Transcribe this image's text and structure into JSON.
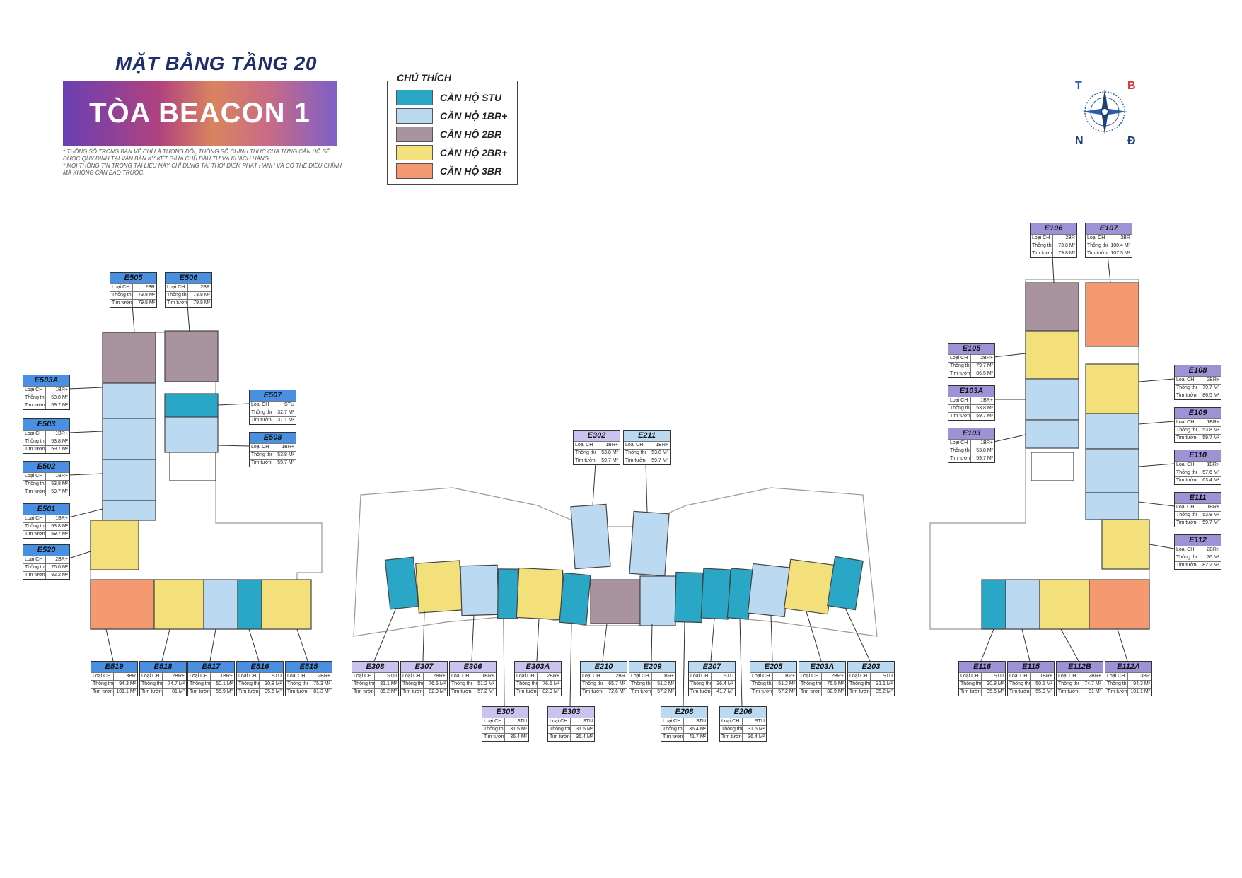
{
  "header": {
    "title": "MẶT BẰNG TẦNG 20",
    "building": "TÒA BEACON 1",
    "notes": [
      "* THÔNG SỐ TRONG BẢN VẼ CHỈ LÀ TƯƠNG ĐỐI, THÔNG SỐ CHÍNH THỨC CỦA TỪNG CĂN HỘ SẼ ĐƯỢC QUY ĐỊNH TẠI VĂN BẢN KÝ KẾT GIỮA CHỦ ĐẦU TƯ VÀ KHÁCH HÀNG.",
      "* MỌI THÔNG TIN TRONG TÀI LIỆU NÀY CHỈ ĐÚNG TẠI THỜI ĐIỂM PHÁT HÀNH VÀ CÓ THỂ ĐIỀU CHỈNH MÀ KHÔNG CẦN BÁO TRƯỚC."
    ]
  },
  "legend": {
    "title": "CHÚ THÍCH",
    "items": [
      {
        "label": "CĂN HỘ STU",
        "type": "STU",
        "color": "#2aa7c6"
      },
      {
        "label": "CĂN HỘ 1BR+",
        "type": "1BR+",
        "color": "#bcd9f2"
      },
      {
        "label": "CĂN HỘ 2BR",
        "type": "2BR",
        "color": "#a8939f"
      },
      {
        "label": "CĂN HỘ 2BR+",
        "type": "2BR+",
        "color": "#f3e07a"
      },
      {
        "label": "CĂN HỘ 3BR",
        "type": "3BR",
        "color": "#f59a70"
      }
    ]
  },
  "compass": {
    "t": "T",
    "b": "B",
    "n": "N",
    "d": "Đ"
  },
  "field_labels": {
    "type": "Loại CH",
    "net": "Thông thủy",
    "gross": "Tim tường"
  },
  "units": [
    {
      "code": "E505",
      "type": "2BR",
      "net": "73.8 M²",
      "gross": "79.8 M²",
      "header_color": "#4a90e2"
    },
    {
      "code": "E506",
      "type": "2BR",
      "net": "73.8 M²",
      "gross": "79.8 M²",
      "header_color": "#4a90e2"
    },
    {
      "code": "E503A",
      "type": "1BR+",
      "net": "53.8 M²",
      "gross": "59.7 M²",
      "header_color": "#4a90e2"
    },
    {
      "code": "E503",
      "type": "1BR+",
      "net": "53.8 M²",
      "gross": "59.7 M²",
      "header_color": "#4a90e2"
    },
    {
      "code": "E502",
      "type": "1BR+",
      "net": "53.8 M²",
      "gross": "59.7 M²",
      "header_color": "#4a90e2"
    },
    {
      "code": "E501",
      "type": "1BR+",
      "net": "53.8 M²",
      "gross": "59.7 M²",
      "header_color": "#4a90e2"
    },
    {
      "code": "E520",
      "type": "2BR+",
      "net": "76.0 M²",
      "gross": "82.2 M²",
      "header_color": "#4a90e2"
    },
    {
      "code": "E507",
      "type": "STU",
      "net": "32.7 M²",
      "gross": "37.1 M²",
      "header_color": "#4a90e2"
    },
    {
      "code": "E508",
      "type": "1BR+",
      "net": "53.8 M²",
      "gross": "59.7 M²",
      "header_color": "#4a90e2"
    },
    {
      "code": "E519",
      "type": "3BR",
      "net": "94.3 M²",
      "gross": "101.1 M²",
      "header_color": "#4a90e2"
    },
    {
      "code": "E518",
      "type": "2BR+",
      "net": "74.7 M²",
      "gross": "81 M²",
      "header_color": "#4a90e2"
    },
    {
      "code": "E517",
      "type": "1BR+",
      "net": "50.1 M²",
      "gross": "55.9 M²",
      "header_color": "#4a90e2"
    },
    {
      "code": "E516",
      "type": "STU",
      "net": "30.8 M²",
      "gross": "35.6 M²",
      "header_color": "#4a90e2"
    },
    {
      "code": "E515",
      "type": "2BR+",
      "net": "75.3 M²",
      "gross": "81.3 M²",
      "header_color": "#4a90e2"
    },
    {
      "code": "E302",
      "type": "1BR+",
      "net": "53.8 M²",
      "gross": "59.7 M²",
      "header_color": "#c9c3f0"
    },
    {
      "code": "E211",
      "type": "1BR+",
      "net": "53.8 M²",
      "gross": "59.7 M²",
      "header_color": "#bcd9f2"
    },
    {
      "code": "E308",
      "type": "STU",
      "net": "31.1 M²",
      "gross": "35.2 M²",
      "header_color": "#c9c3f0"
    },
    {
      "code": "E307",
      "type": "2BR+",
      "net": "76.5 M²",
      "gross": "82.9 M²",
      "header_color": "#c9c3f0"
    },
    {
      "code": "E306",
      "type": "1BR+",
      "net": "51.2 M²",
      "gross": "57.2 M²",
      "header_color": "#c9c3f0"
    },
    {
      "code": "E303A",
      "type": "2BR+",
      "net": "76.5 M²",
      "gross": "82.9 M²",
      "header_color": "#c9c3f0"
    },
    {
      "code": "E305",
      "type": "STU",
      "net": "31.5 M²",
      "gross": "36.4 M²",
      "header_color": "#c9c3f0"
    },
    {
      "code": "E303",
      "type": "STU",
      "net": "31.5 M²",
      "gross": "36.4 M²",
      "header_color": "#c9c3f0"
    },
    {
      "code": "E210",
      "type": "2BR",
      "net": "65.7 M²",
      "gross": "72.6 M²",
      "header_color": "#bcd9f2"
    },
    {
      "code": "E209",
      "type": "1BR+",
      "net": "51.2 M²",
      "gross": "57.2 M²",
      "header_color": "#bcd9f2"
    },
    {
      "code": "E207",
      "type": "STU",
      "net": "36.4 M²",
      "gross": "41.7 M²",
      "header_color": "#bcd9f2"
    },
    {
      "code": "E208",
      "type": "STU",
      "net": "36.4 M²",
      "gross": "41.7 M²",
      "header_color": "#bcd9f2"
    },
    {
      "code": "E206",
      "type": "STU",
      "net": "31.5 M²",
      "gross": "36.4 M²",
      "header_color": "#bcd9f2"
    },
    {
      "code": "E205",
      "type": "1BR+",
      "net": "51.2 M²",
      "gross": "57.2 M²",
      "header_color": "#bcd9f2"
    },
    {
      "code": "E203A",
      "type": "2BR+",
      "net": "76.5 M²",
      "gross": "82.9 M²",
      "header_color": "#bcd9f2"
    },
    {
      "code": "E203",
      "type": "STU",
      "net": "31.1 M²",
      "gross": "35.2 M²",
      "header_color": "#bcd9f2"
    },
    {
      "code": "E106",
      "type": "2BR",
      "net": "73.8 M²",
      "gross": "79.8 M²",
      "header_color": "#9b93d6"
    },
    {
      "code": "E107",
      "type": "3BR",
      "net": "100.4 M²",
      "gross": "107.5 M²",
      "header_color": "#9b93d6"
    },
    {
      "code": "E105",
      "type": "2BR+",
      "net": "79.7 M²",
      "gross": "86.5 M²",
      "header_color": "#9b93d6"
    },
    {
      "code": "E103A",
      "type": "1BR+",
      "net": "53.8 M²",
      "gross": "59.7 M²",
      "header_color": "#9b93d6"
    },
    {
      "code": "E103",
      "type": "1BR+",
      "net": "53.8 M²",
      "gross": "59.7 M²",
      "header_color": "#9b93d6"
    },
    {
      "code": "E108",
      "type": "2BR+",
      "net": "79.7 M²",
      "gross": "86.5 M²",
      "header_color": "#9b93d6"
    },
    {
      "code": "E109",
      "type": "1BR+",
      "net": "53.8 M²",
      "gross": "59.7 M²",
      "header_color": "#9b93d6"
    },
    {
      "code": "E110",
      "type": "1BR+",
      "net": "57.6 M²",
      "gross": "63.4 M²",
      "header_color": "#9b93d6"
    },
    {
      "code": "E111",
      "type": "1BR+",
      "net": "53.8 M²",
      "gross": "59.7 M²",
      "header_color": "#9b93d6"
    },
    {
      "code": "E112",
      "type": "2BR+",
      "net": "76 M²",
      "gross": "82.2 M²",
      "header_color": "#9b93d6"
    },
    {
      "code": "E116",
      "type": "STU",
      "net": "30.8 M²",
      "gross": "35.6 M²",
      "header_color": "#9b93d6"
    },
    {
      "code": "E115",
      "type": "1BR+",
      "net": "50.1 M²",
      "gross": "55.9 M²",
      "header_color": "#9b93d6"
    },
    {
      "code": "E112B",
      "type": "2BR+",
      "net": "74.7 M²",
      "gross": "81 M²",
      "header_color": "#9b93d6"
    },
    {
      "code": "E112A",
      "type": "3BR",
      "net": "94.3 M²",
      "gross": "101.1 M²",
      "header_color": "#9b93d6"
    }
  ]
}
